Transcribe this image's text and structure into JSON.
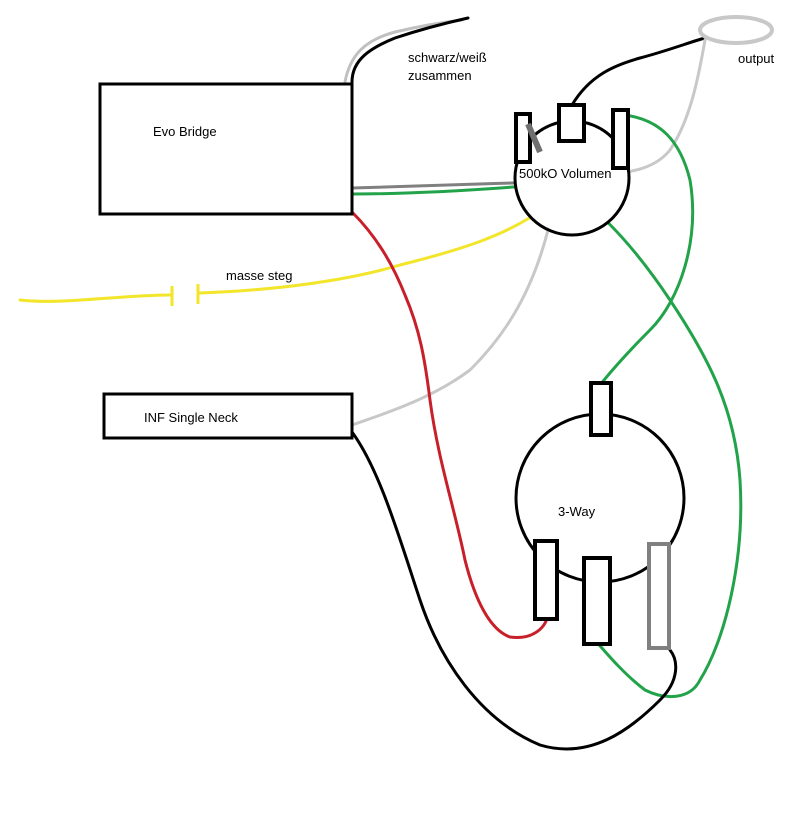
{
  "labels": {
    "evo_bridge": "Evo Bridge",
    "inf_single_neck": "INF Single Neck",
    "schwarz_weiss_line1": "schwarz/weiß",
    "schwarz_weiss_line2": "zusammen",
    "output": "output",
    "masse_steg": "masse steg",
    "volume_pot": "500kO Volumen",
    "three_way": "3-Way"
  },
  "colors": {
    "black": "#000000",
    "gray": "#c0c0c0",
    "dark_gray": "#808080",
    "green": "#22a34a",
    "red": "#c8202a",
    "yellow": "#f2e52a"
  }
}
